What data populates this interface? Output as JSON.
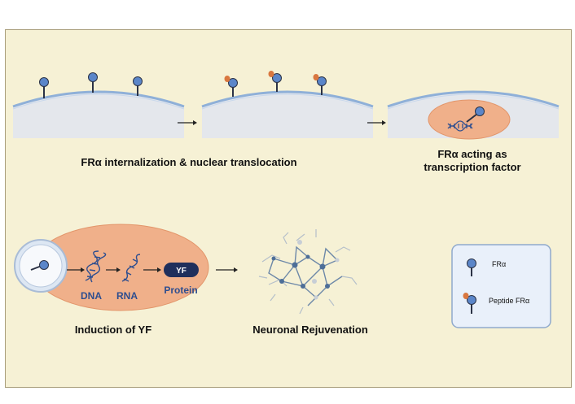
{
  "labels": {
    "internalization": "FRα internalization & nuclear translocation",
    "tf_line1": "FRα acting as",
    "tf_line2": "transcription factor",
    "induction": "Induction of YF",
    "rejuvenation": "Neuronal Rejuvenation",
    "dna": "DNA",
    "rna": "RNA",
    "protein": "Protein",
    "yf": "YF"
  },
  "legend": {
    "fra": "FRα",
    "peptide_fra": "Peptide FRα"
  },
  "colors": {
    "panel_bg": "#f6f1d5",
    "cell": "#e4e7ec",
    "membrane": "#8fb0d8",
    "receptor": "#5b86c9",
    "peptide": "#d9773f",
    "nucleus": "#f0b08a",
    "text_blue": "#2e4e8f",
    "legend_bg": "#e9f0fa"
  }
}
